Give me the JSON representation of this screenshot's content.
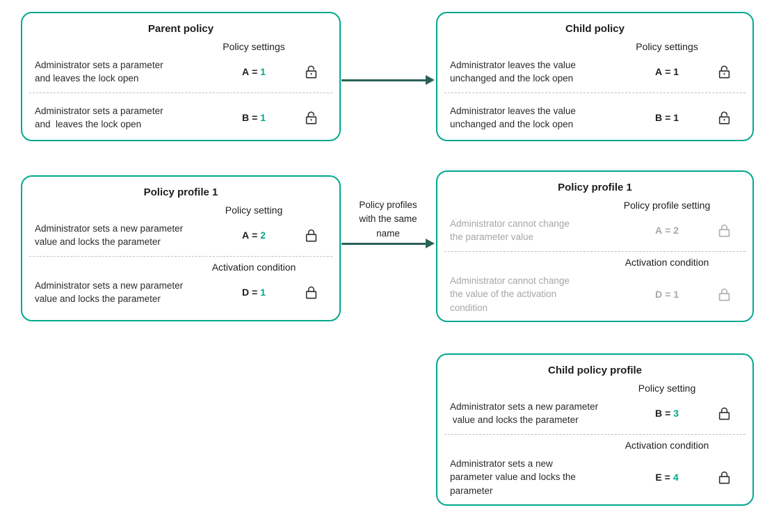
{
  "colors": {
    "box_border_teal": "#00a88e",
    "value_teal": "#00a88e",
    "arrow_dark_teal": "#2a6257",
    "muted_gray": "#a6a6a6",
    "text_black": "#1d1d1d"
  },
  "arrows": [
    {
      "id": "parent-to-child",
      "label": ""
    },
    {
      "id": "profile-to-child-profile",
      "label": "Policy profiles\nwith the same\nname"
    }
  ],
  "boxes": [
    {
      "id": "parent-policy",
      "title": "Parent policy",
      "sections": [
        {
          "header": "Policy settings",
          "rows": [
            {
              "desc": "Administrator sets a parameter\nand leaves the lock open",
              "param": "A",
              "eq": "=",
              "value": "1",
              "value_color": "teal",
              "lock": "open",
              "muted": false
            }
          ]
        },
        {
          "header": "",
          "rows": [
            {
              "desc": "Administrator sets a parameter\nand  leaves the lock open",
              "param": "B",
              "eq": "=",
              "value": "1",
              "value_color": "teal",
              "lock": "open",
              "muted": false
            }
          ]
        }
      ]
    },
    {
      "id": "child-policy",
      "title": "Child policy",
      "sections": [
        {
          "header": "Policy settings",
          "rows": [
            {
              "desc": "Administrator leaves the value\nunchanged and the lock open",
              "param": "A",
              "eq": "=",
              "value": "1",
              "value_color": "black",
              "lock": "open",
              "muted": false
            }
          ]
        },
        {
          "header": "",
          "rows": [
            {
              "desc": "Administrator leaves the value\nunchanged and the lock open",
              "param": "B",
              "eq": "=",
              "value": "1",
              "value_color": "black",
              "lock": "open",
              "muted": false
            }
          ]
        }
      ]
    },
    {
      "id": "policy-profile-1",
      "title": "Policy profile 1",
      "sections": [
        {
          "header": "Policy setting",
          "rows": [
            {
              "desc": "Administrator sets a new parameter\nvalue and locks the parameter",
              "param": "A",
              "eq": "=",
              "value": "2",
              "value_color": "teal",
              "lock": "closed",
              "muted": false
            }
          ]
        },
        {
          "header": "Activation condition",
          "rows": [
            {
              "desc": "Administrator sets a new parameter\nvalue and locks the parameter",
              "param": "D",
              "eq": "=",
              "value": "1",
              "value_color": "teal",
              "lock": "closed",
              "muted": false
            }
          ]
        }
      ]
    },
    {
      "id": "policy-profile-1-inherited",
      "title": "Policy profile 1",
      "sections": [
        {
          "header": "Policy profile setting",
          "rows": [
            {
              "desc": "Administrator cannot change\nthe parameter value",
              "param": "A",
              "eq": "=",
              "value": "2",
              "value_color": "gray",
              "lock": "closed",
              "muted": true
            }
          ]
        },
        {
          "header": "Activation condition",
          "rows": [
            {
              "desc": "Administrator cannot change\nthe value of the activation\ncondition",
              "param": "D",
              "eq": "=",
              "value": "1",
              "value_color": "gray",
              "lock": "closed",
              "muted": true
            }
          ]
        }
      ]
    },
    {
      "id": "child-policy-profile",
      "title": "Child policy profile",
      "sections": [
        {
          "header": "Policy setting",
          "rows": [
            {
              "desc": "Administrator sets a new parameter\n value and locks the parameter",
              "param": "B",
              "eq": "=",
              "value": "3",
              "value_color": "teal",
              "lock": "closed",
              "muted": false
            }
          ]
        },
        {
          "header": "Activation condition",
          "rows": [
            {
              "desc": "Administrator sets a new\nparameter value and locks the\nparameter",
              "param": "E",
              "eq": "=",
              "value": "4",
              "value_color": "teal",
              "lock": "closed",
              "muted": false
            }
          ]
        }
      ]
    }
  ]
}
